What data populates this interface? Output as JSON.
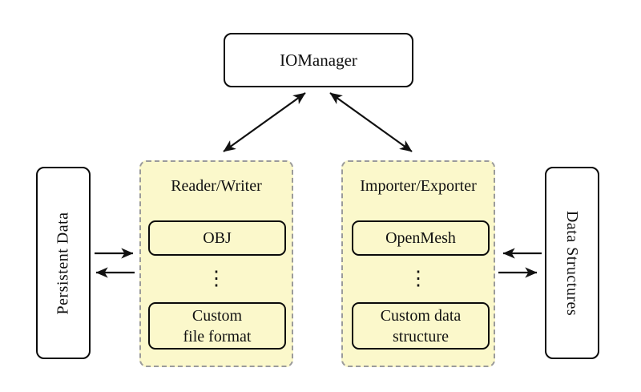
{
  "diagram": {
    "io_manager": {
      "label": "IOManager"
    },
    "persistent_data": {
      "label": "Persistent Data"
    },
    "data_structures": {
      "label": "Data Structures"
    },
    "reader_writer": {
      "title": "Reader/Writer",
      "top_item": "OBJ",
      "ellipsis": "⋮",
      "bottom_item_line1": "Custom",
      "bottom_item_line2": "file format"
    },
    "importer_exporter": {
      "title": "Importer/Exporter",
      "top_item": "OpenMesh",
      "ellipsis": "⋮",
      "bottom_item_line1": "Custom data",
      "bottom_item_line2": "structure"
    },
    "colors": {
      "group_fill": "#FBF8CB",
      "group_dashed_border": "#9B9B9B",
      "node_border": "#0A0A0A",
      "arrow": "#111111",
      "background": "#FFFFFF"
    }
  }
}
